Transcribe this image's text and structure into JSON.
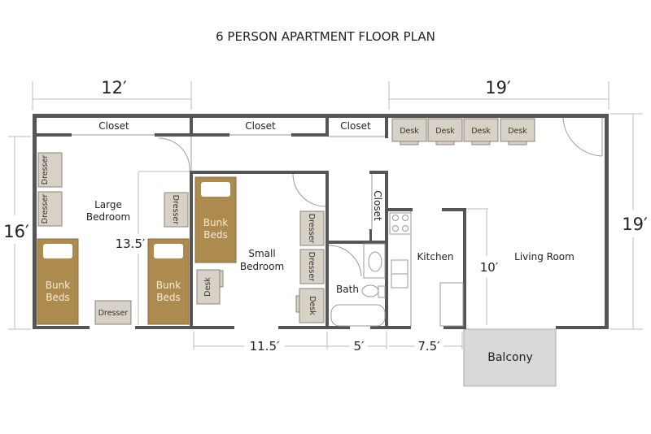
{
  "title": "6 PERSON APARTMENT FLOOR PLAN",
  "dimensions": {
    "top_left": "12′",
    "top_right": "19′",
    "left": "16′",
    "right": "19′",
    "large_bedroom_inner": "13.5′",
    "living_inner": "10′",
    "bottom_small_bedroom": "11.5′",
    "bottom_bath": "5′",
    "bottom_kitchen": "7.5′"
  },
  "rooms": {
    "closet_1": "Closet",
    "closet_2": "Closet",
    "closet_3": "Closet",
    "closet_4": "Closet",
    "large_bedroom": [
      "Large",
      "Bedroom"
    ],
    "small_bedroom": [
      "Small",
      "Bedroom"
    ],
    "bath": "Bath",
    "kitchen": "Kitchen",
    "living_room": "Living Room",
    "balcony": "Balcony"
  },
  "furniture": {
    "dresser": "Dresser",
    "desk": "Desk",
    "bunk_beds": [
      "Bunk",
      "Beds"
    ]
  },
  "colors": {
    "bed": "#ad8a4d",
    "furniture": "#d7d1c6",
    "balcony": "#d9d9d9",
    "wall": "#555555"
  }
}
